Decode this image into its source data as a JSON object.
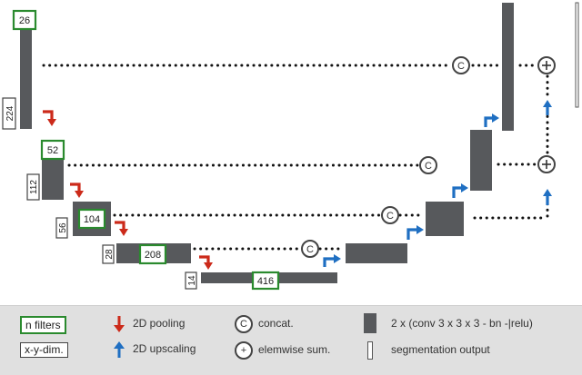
{
  "diagram": {
    "filters": [
      "26",
      "52",
      "104",
      "208",
      "416"
    ],
    "dims": [
      "224",
      "112",
      "56",
      "28",
      "14"
    ],
    "concat_symbol": "C"
  },
  "legend": {
    "filters_label": "n filters",
    "dims_label": "x-y-dim.",
    "pooling_label": "2D pooling",
    "upscaling_label": "2D upscaling",
    "concat_label": "concat.",
    "concat_symbol": "C",
    "sum_label": "elemwise sum.",
    "conv_label": "2 x (conv 3 x 3 x 3 - bn -|relu)",
    "seg_label": "segmentation output"
  }
}
